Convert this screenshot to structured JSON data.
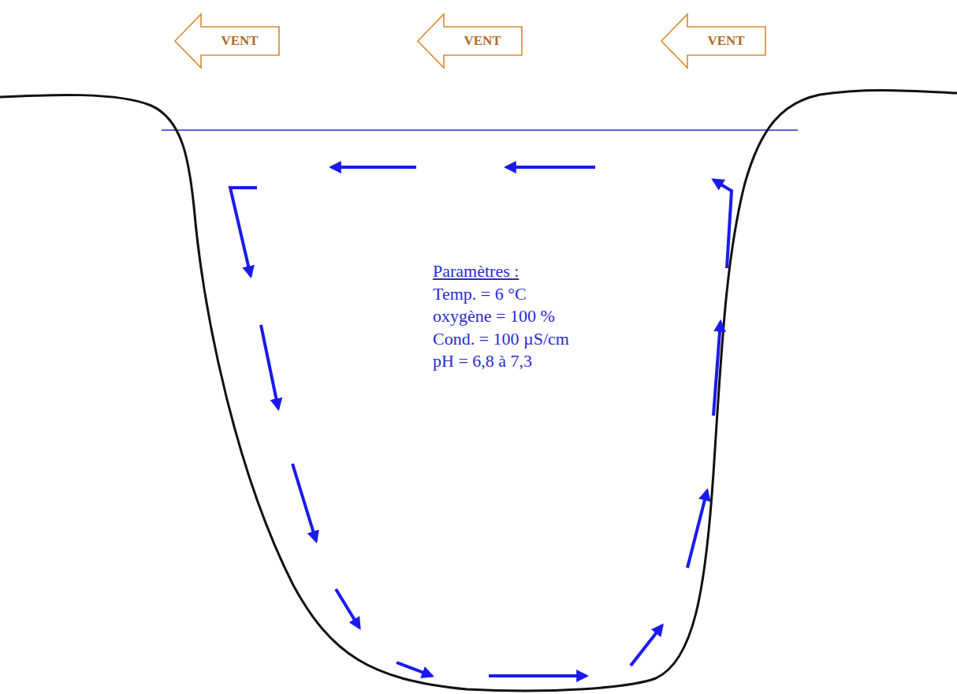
{
  "diagram": {
    "nodes": [
      {
        "text": [
          "VENT"
        ]
      },
      {
        "text": [
          "VENT"
        ]
      },
      {
        "text": [
          "VENT"
        ]
      }
    ],
    "labels": [
      "Paramètres :",
      "Temp. = 6 °C",
      "oxygène = 100 %",
      "Cond. = 100 µS/cm",
      "pH = 6,8 à 7,3"
    ]
  }
}
